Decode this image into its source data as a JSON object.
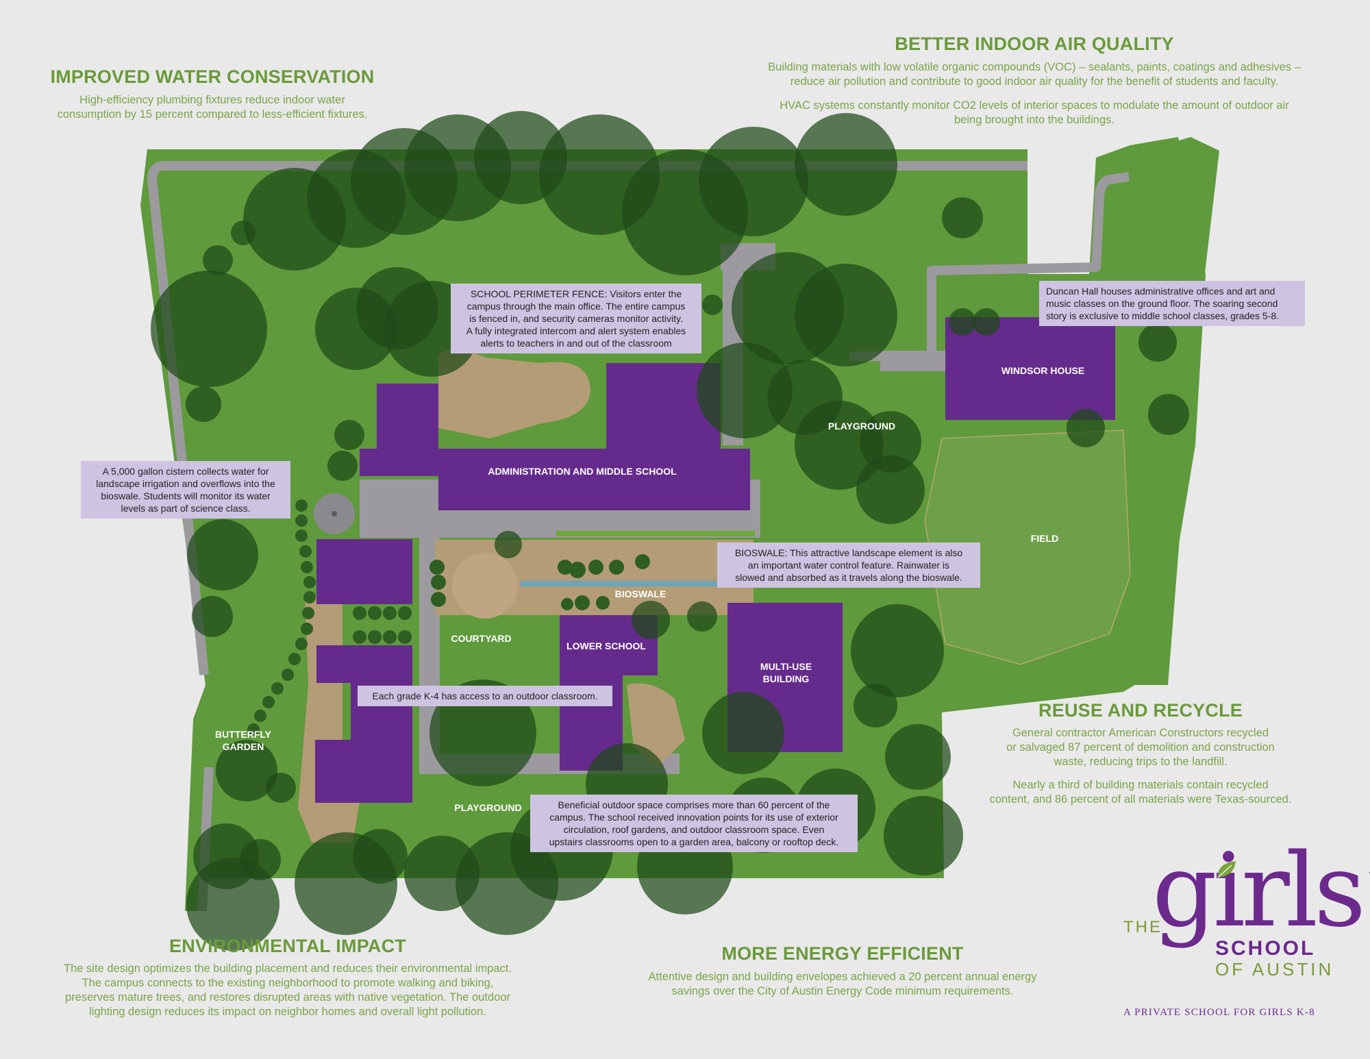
{
  "sections": {
    "water": {
      "title": "IMPROVED WATER CONSERVATION",
      "lines": [
        "High-efficiency plumbing fixtures reduce indoor water",
        "consumption by 15 percent compared to less-efficient fixtures."
      ]
    },
    "air": {
      "title": "BETTER INDOOR AIR QUALITY",
      "p1": [
        "Building materials with low volatile organic compounds (VOC) – sealants, paints, coatings and adhesives –",
        "reduce air pollution and contribute to good indoor air quality for the benefit of students and faculty."
      ],
      "p2": [
        "HVAC systems constantly monitor CO2 levels of interior spaces to modulate the amount of outdoor air",
        "being brought into the buildings."
      ]
    },
    "reuse": {
      "title": "REUSE AND RECYCLE",
      "p1": [
        "General contractor American Constructors recycled",
        "or salvaged 87 percent of demolition and construction",
        "waste, reducing trips to the landfill."
      ],
      "p2": [
        "Nearly a third of building materials contain recycled",
        "content, and 86 percent of all materials were Texas-sourced."
      ]
    },
    "environment": {
      "title": "ENVIRONMENTAL IMPACT",
      "lines": [
        "The site design optimizes the building placement and reduces their environmental impact.",
        "The campus connects to the existing neighborhood to promote walking and biking,",
        "preserves mature trees, and restores disrupted areas with native vegetation. The outdoor",
        "lighting design reduces its impact on neighbor homes and overall light pollution."
      ]
    },
    "energy": {
      "title": "MORE ENERGY EFFICIENT",
      "lines": [
        "Attentive design and building envelopes achieved a 20 percent annual energy",
        "savings over the City of Austin Energy Code minimum requirements."
      ]
    }
  },
  "callouts": {
    "fence": [
      "SCHOOL PERIMETER FENCE: Visitors enter the",
      "campus through the main office. The entire campus",
      "is fenced in, and security cameras monitor activity.",
      "A fully integrated intercom and alert system enables",
      "alerts to teachers in and out of the classroom"
    ],
    "duncan": [
      "Duncan Hall houses administrative offices and art and",
      "music classes on the ground floor. The soaring second",
      "story is exclusive to middle school classes, grades 5-8."
    ],
    "cistern": [
      "A 5,000 gallon cistern collects water for",
      "landscape irrigation and overflows into the",
      "bioswale. Students will monitor its water",
      "levels as part of science class."
    ],
    "bioswale": [
      "BIOSWALE: This attractive landscape element is also",
      "an important water control feature. Rainwater is",
      "slowed and absorbed as it travels along the bioswale."
    ],
    "outdoor_classroom": [
      "Each grade K-4 has access to an outdoor classroom."
    ],
    "outdoor_space": [
      "Beneficial outdoor space comprises more than 60 percent of the",
      "campus. The school received innovation points for its use of exterior",
      "circulation, roof gardens, and outdoor classroom space. Even",
      "upstairs classrooms open to a garden area, balcony or rooftop deck."
    ]
  },
  "map_labels": {
    "admin": "ADMINISTRATION AND MIDDLE SCHOOL",
    "windsor": "WINDSOR HOUSE",
    "playground_top": "PLAYGROUND",
    "field": "FIELD",
    "bioswale": "BIOSWALE",
    "courtyard": "COURTYARD",
    "lower_school": "LOWER SCHOOL",
    "multi_use": [
      "MULTI-USE",
      "BUILDING"
    ],
    "butterfly": [
      "BUTTERFLY",
      "GARDEN"
    ],
    "playground_bottom": "PLAYGROUND"
  },
  "logo": {
    "the": "THE",
    "girls": "girls’",
    "school": "SCHOOL",
    "of_austin": "OF AUSTIN",
    "tagline": "A PRIVATE SCHOOL FOR GIRLS K-8"
  },
  "colors": {
    "lawn": "#5f9a3c",
    "tree": "#2d5a22",
    "building": "#652b8c",
    "path": "#9c9a9e",
    "sand": "#b39c76",
    "callout": "#cfc3e2",
    "heading": "#6a9a3a"
  }
}
